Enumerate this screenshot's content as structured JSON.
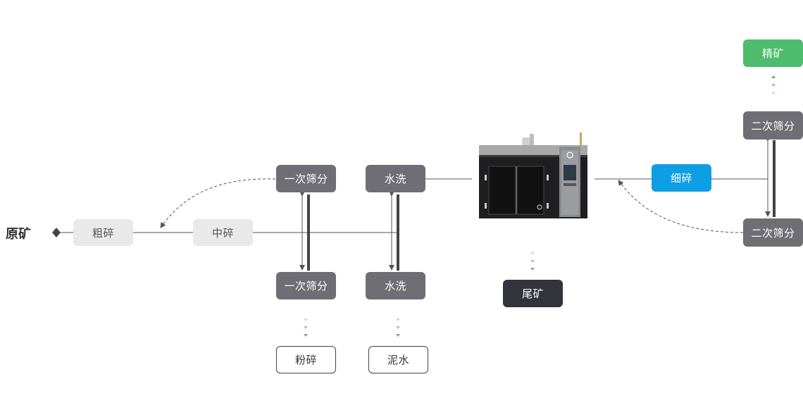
{
  "start": {
    "label": "原矿"
  },
  "nodes": {
    "coarse": "粗碎",
    "medium": "中碎",
    "screen1_top": "一次筛分",
    "screen1_bottom": "一次筛分",
    "wash_top": "水洗",
    "wash_bottom": "水洗",
    "powder": "粉碎",
    "mud": "泥水",
    "tailings": "尾矿",
    "fine": "细碎",
    "screen2_top": "二次筛分",
    "screen2_bottom": "二次筛分",
    "concentrate": "精矿"
  },
  "colors": {
    "light": "#e9e9e9",
    "gray": "#6f6e74",
    "dark": "#33343b",
    "blue": "#0d9ee3",
    "green": "#4dbc6d",
    "line": "#555555"
  },
  "icons": {
    "machine": "ore-processing-machine-icon",
    "start_marker": "diamond-icon"
  }
}
